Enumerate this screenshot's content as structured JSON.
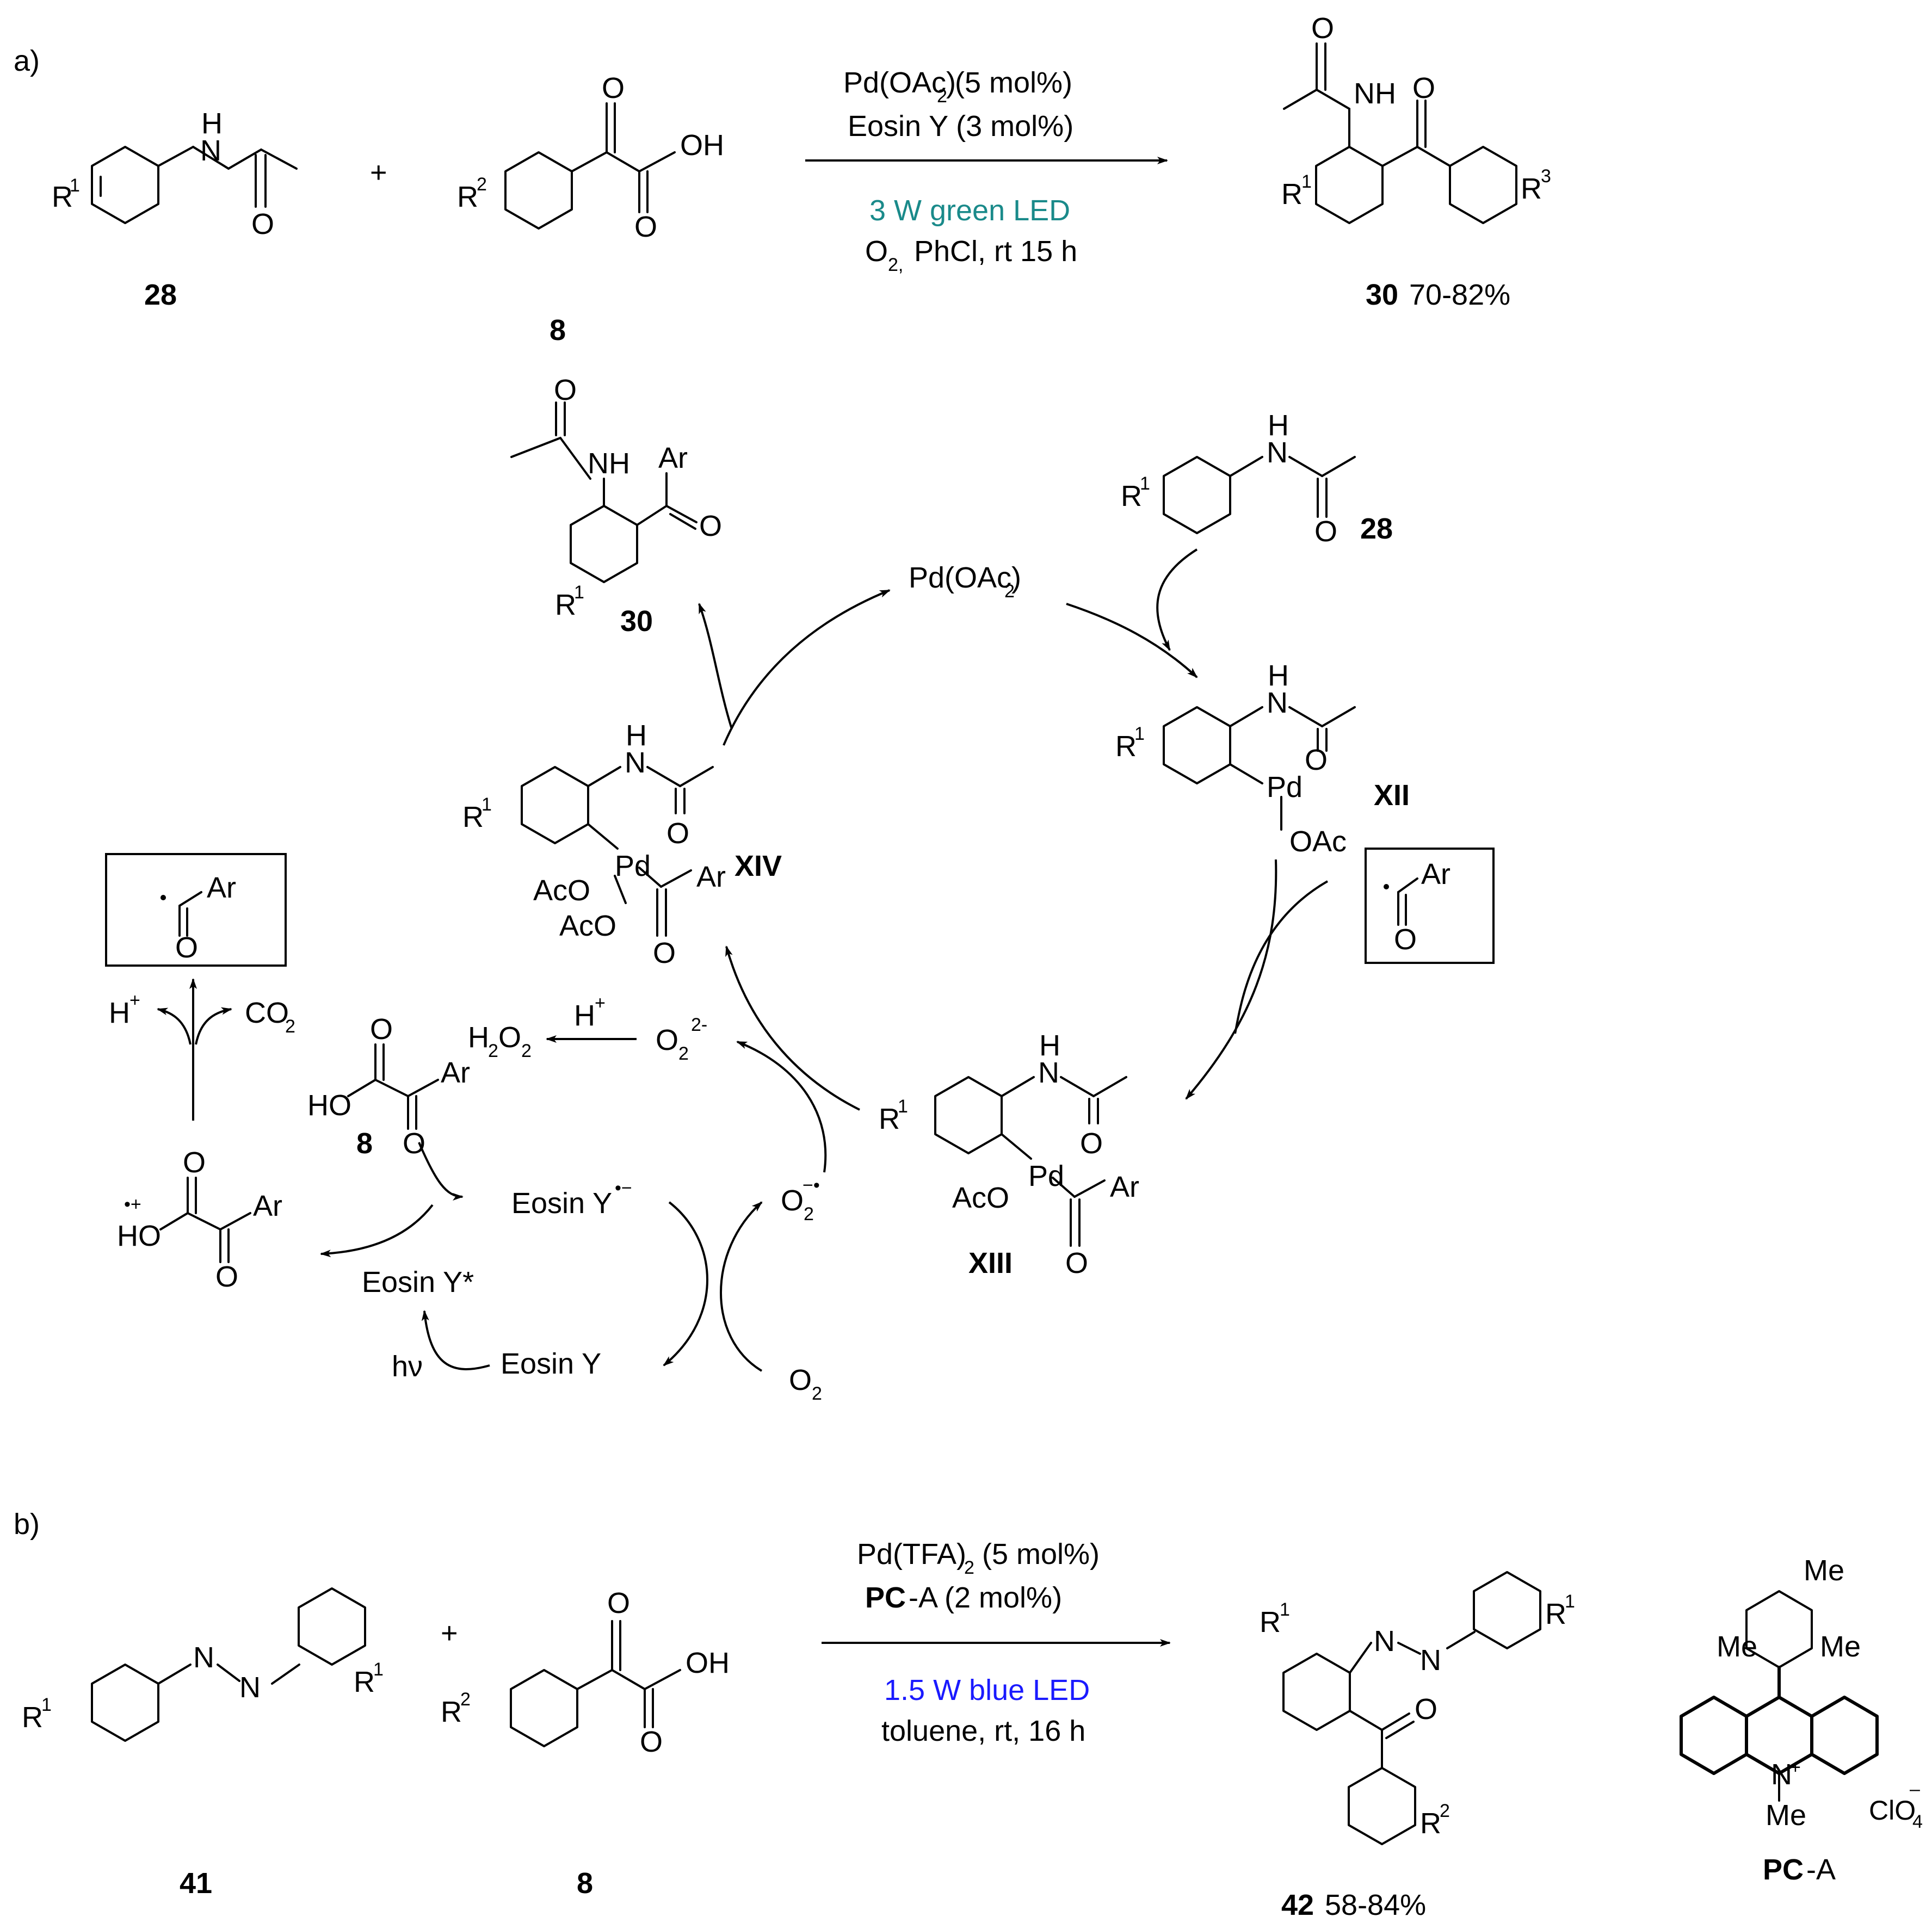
{
  "panel_a": {
    "label": "a)",
    "plus": "+",
    "reactant1": {
      "id": "28"
    },
    "reactant2": {
      "id": "8"
    },
    "product": {
      "id": "30",
      "yield": "70-82%"
    },
    "conditions": {
      "catalyst": "Pd(OAc)",
      "catalyst_sub": "2",
      "catalyst_loading": "(5 mol%)",
      "photocatalyst": "Eosin Y (3 mol%)",
      "light": "3 W green LED",
      "atmosphere": "O",
      "atmosphere_sub": "2,",
      "solvent_temp_time": "PhCl, rt 15 h"
    },
    "colors": {
      "light_green": "#1a8a8a"
    }
  },
  "mechanism": {
    "catalyst": "Pd(OAc)",
    "catalyst_sub": "2",
    "intermediates": [
      "XII",
      "XIII",
      "XIV"
    ],
    "substrate_label": "28",
    "product_label": "30",
    "acid_label": "8",
    "eosin_states": [
      "Eosin Y",
      "Eosin Y*",
      "Eosin Y"
    ],
    "eosin_radical_sup": "•−",
    "hv": "hν",
    "o2": "O",
    "o2_sub": "2",
    "superoxide": "O",
    "superoxide_sub": "2",
    "superoxide_sup": "−•",
    "peroxide": "O",
    "peroxide_sub": "2",
    "peroxide_sup": "2-",
    "h2o2": "H",
    "h2o2_mid": "O",
    "h_plus": "H",
    "h_plus_sup": "+",
    "co2": "CO",
    "co2_sub": "2",
    "radical_cation_sup": "•+"
  },
  "panel_b": {
    "label": "b)",
    "plus": "+",
    "reactant1": {
      "id": "41"
    },
    "reactant2": {
      "id": "8"
    },
    "product": {
      "id": "42",
      "yield": "58-84%"
    },
    "conditions": {
      "catalyst": "Pd(TFA)",
      "catalyst_sub": "2",
      "catalyst_loading": "(5 mol%)",
      "photocatalyst_bold": "PC",
      "photocatalyst_rest": "-A (2 mol%)",
      "light": "1.5 W blue LED",
      "solvent_temp_time": "toluene, rt, 16 h"
    },
    "photocatalyst_label_bold": "PC",
    "photocatalyst_label_rest": "-A",
    "counterion": "ClO",
    "counterion_sub": "4",
    "colors": {
      "light_blue": "#1a1aff"
    }
  },
  "atoms": {
    "R": "R",
    "sup1": "1",
    "sup2": "2",
    "sup3": "3",
    "O": "O",
    "H": "H",
    "N": "N",
    "NH": "NH",
    "OH": "OH",
    "HO": "HO",
    "Ar": "Ar",
    "Pd": "Pd",
    "OAc": "OAc",
    "AcO": "AcO",
    "Me": "Me",
    "Nplus": "+",
    "minus": "–"
  }
}
